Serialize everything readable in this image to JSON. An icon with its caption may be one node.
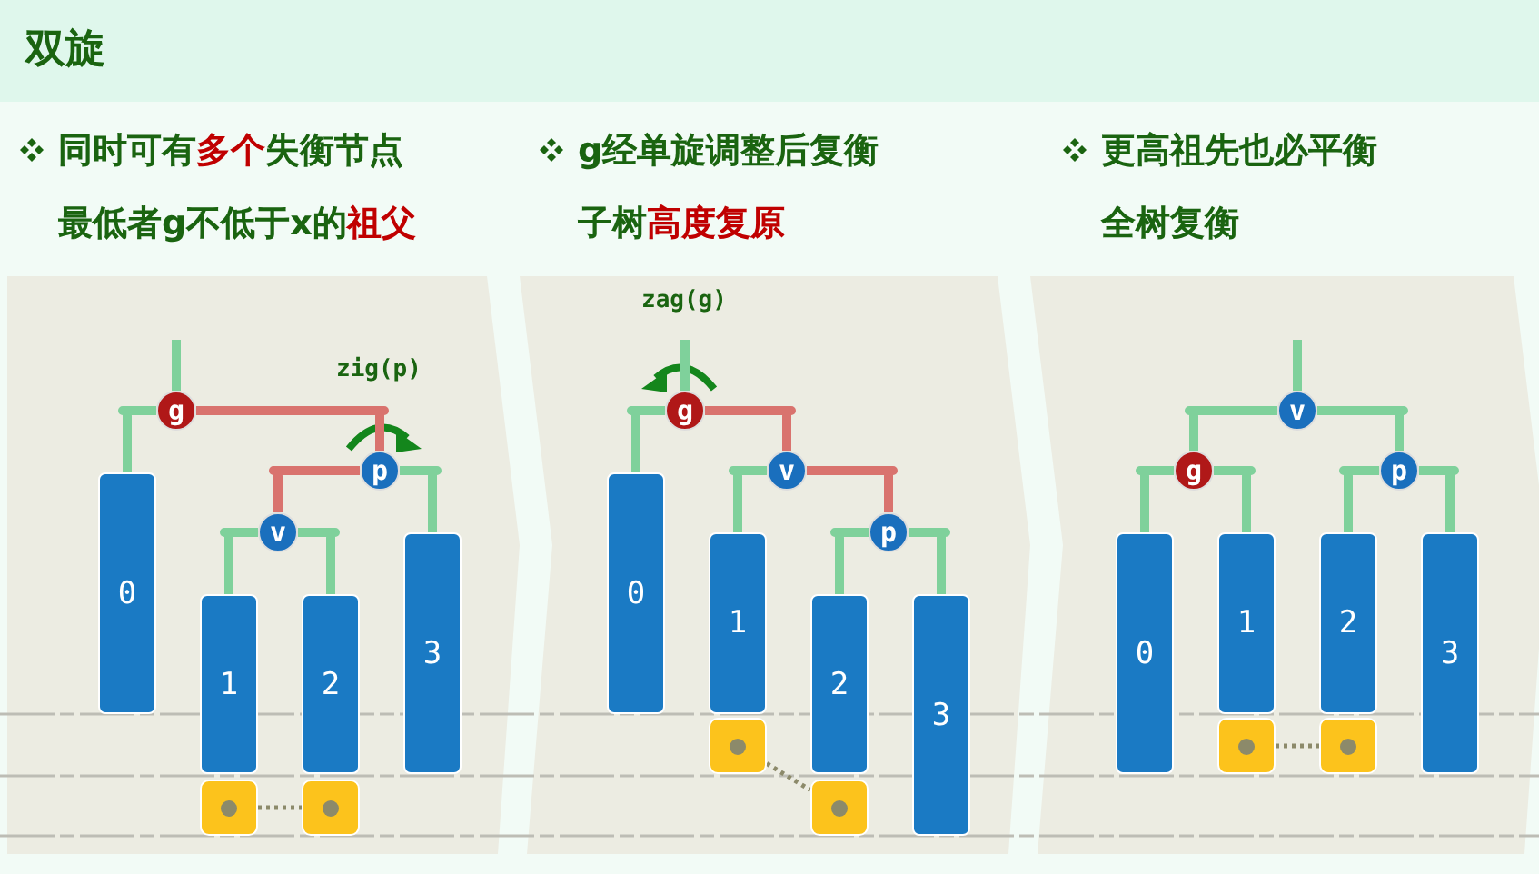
{
  "diagram": {
    "title": "双旋",
    "nodes": [
      {
        "text": [
          "g"
        ]
      },
      {
        "text": [
          "p"
        ]
      },
      {
        "text": [
          "v"
        ]
      },
      {
        "text": [
          "0"
        ]
      },
      {
        "text": [
          "1"
        ]
      },
      {
        "text": [
          "2"
        ]
      },
      {
        "text": [
          "3"
        ]
      },
      {
        "text": [],
        "shape": "box"
      },
      {
        "text": [],
        "shape": "box"
      },
      {
        "text": [
          "g"
        ]
      },
      {
        "text": [
          "v"
        ]
      },
      {
        "text": [
          "p"
        ]
      },
      {
        "text": [
          "0"
        ]
      },
      {
        "text": [
          "1"
        ]
      },
      {
        "text": [
          "2"
        ]
      },
      {
        "text": [
          "3"
        ]
      },
      {
        "text": [],
        "shape": "box"
      },
      {
        "text": [],
        "shape": "box"
      },
      {
        "text": [
          "v"
        ]
      },
      {
        "text": [
          "g"
        ]
      },
      {
        "text": [
          "p"
        ]
      },
      {
        "text": [
          "0"
        ]
      },
      {
        "text": [
          "1"
        ]
      },
      {
        "text": [
          "2"
        ]
      },
      {
        "text": [
          "3"
        ]
      },
      {
        "text": [],
        "shape": "box"
      },
      {
        "text": [],
        "shape": "box"
      }
    ],
    "edges": [
      {
        "from": null,
        "to": 0,
        "arrow": "none"
      },
      {
        "from": 0,
        "to": 3,
        "arrow": "none"
      },
      {
        "from": 0,
        "to": 1,
        "arrow": "none",
        "color": "#d9736e"
      },
      {
        "from": 1,
        "to": 2,
        "arrow": "none",
        "color": "#d9736e"
      },
      {
        "from": 1,
        "to": 6,
        "arrow": "none"
      },
      {
        "from": 2,
        "to": 4,
        "arrow": "none"
      },
      {
        "from": 2,
        "to": 5,
        "arrow": "none"
      },
      {
        "from": 7,
        "to": 8,
        "arrow": "none",
        "style": "dashed",
        "color": "#8c8a6a"
      },
      {
        "from": null,
        "to": 9,
        "arrow": "none"
      },
      {
        "from": 9,
        "to": 12,
        "arrow": "none"
      },
      {
        "from": 9,
        "to": 10,
        "arrow": "none",
        "color": "#d9736e"
      },
      {
        "from": 10,
        "to": 13,
        "arrow": "none"
      },
      {
        "from": 10,
        "to": 11,
        "arrow": "none",
        "color": "#d9736e"
      },
      {
        "from": 11,
        "to": 14,
        "arrow": "none"
      },
      {
        "from": 11,
        "to": 15,
        "arrow": "none"
      },
      {
        "from": 16,
        "to": 17,
        "arrow": "none",
        "style": "dashed",
        "color": "#8c8a6a"
      },
      {
        "from": null,
        "to": 18,
        "arrow": "none"
      },
      {
        "from": 18,
        "to": 19,
        "arrow": "none"
      },
      {
        "from": 18,
        "to": 20,
        "arrow": "none"
      },
      {
        "from": 19,
        "to": 21,
        "arrow": "none"
      },
      {
        "from": 19,
        "to": 22,
        "arrow": "none"
      },
      {
        "from": 20,
        "to": 23,
        "arrow": "none"
      },
      {
        "from": 20,
        "to": 24,
        "arrow": "none"
      },
      {
        "from": 25,
        "to": 26,
        "arrow": "none",
        "style": "dashed",
        "color": "#8c8a6a"
      }
    ],
    "labels": [
      "同时可有**多个**失衡节点",
      "g经单旋调整后复衡",
      "更高祖先也必平衡",
      "最低者g不低于x的**祖父**",
      "子树**高度复原**",
      "全树复衡",
      "zig(p)",
      "zag(g)"
    ]
  }
}
